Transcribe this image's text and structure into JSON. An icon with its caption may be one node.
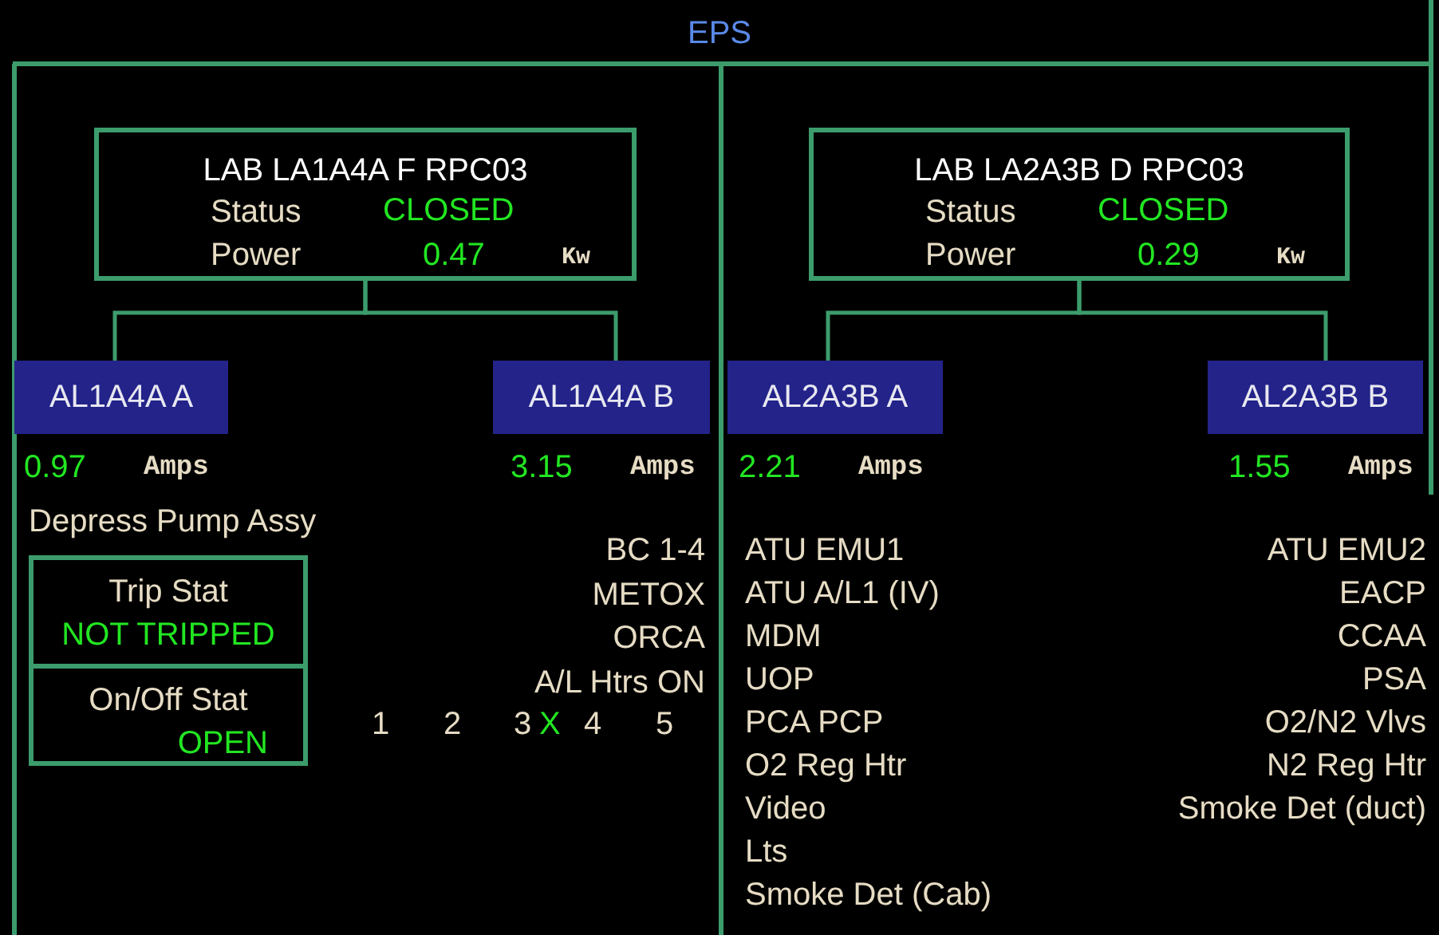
{
  "diagram": {
    "title": "EPS",
    "nodes": [
      {
        "text": [
          "LAB LA1A4A F RPC03",
          "Status",
          "CLOSED",
          "Power",
          "0.47",
          "Kw"
        ]
      },
      {
        "text": [
          "AL1A4A A"
        ],
        "beside": [
          "0.97",
          "Amps"
        ]
      },
      {
        "text": [
          "AL1A4A B"
        ],
        "beside": [
          "3.15",
          "Amps"
        ]
      },
      {
        "text": [
          "LAB LA2A3B D RPC03",
          "Status",
          "CLOSED",
          "Power",
          "0.29",
          "Kw"
        ]
      },
      {
        "text": [
          "AL2A3B A"
        ],
        "beside": [
          "2.21",
          "Amps"
        ]
      },
      {
        "text": [
          "AL2A3B B"
        ],
        "beside": [
          "1.55",
          "Amps"
        ]
      },
      {
        "text": [
          "Trip Stat",
          "NOT TRIPPED"
        ]
      },
      {
        "text": [
          "On/Off Stat",
          "OPEN"
        ]
      }
    ],
    "edges": [
      {
        "from": 0,
        "to": 1,
        "arrow": "none"
      },
      {
        "from": 0,
        "to": 2,
        "arrow": "none"
      },
      {
        "from": 3,
        "to": 4,
        "arrow": "none"
      },
      {
        "from": 3,
        "to": 5,
        "arrow": "none"
      }
    ],
    "labels": [
      "Depress Pump Assy",
      "BC 1-4",
      "METOX",
      "ORCA",
      "A/L Htrs ON",
      "1",
      "2",
      "3",
      "X",
      "4",
      "5",
      "ATU EMU1",
      "ATU EMU2",
      "ATU A/L1 (IV)",
      "EACP",
      "MDM",
      "CCAA",
      "UOP",
      "PSA",
      "PCA PCP",
      "O2/N2 Vlvs",
      "O2 Reg Htr",
      "N2 Reg Htr",
      "Video",
      "Smoke Det (duct)",
      "Lts",
      "Smoke Det (Cab)"
    ]
  }
}
